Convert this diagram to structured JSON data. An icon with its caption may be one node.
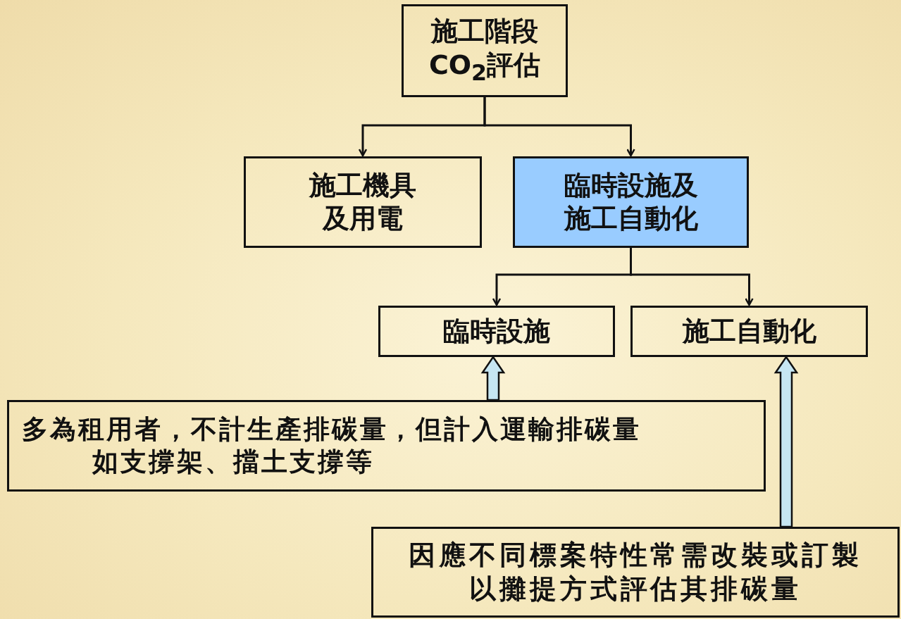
{
  "diagram": {
    "nodes": [
      {
        "text": [
          "施工階段CO$_{2}$評估"
        ]
      },
      {
        "text": [
          "施工機具及用電"
        ]
      },
      {
        "text": [
          "臨時設施及施工自動化"
        ]
      },
      {
        "text": [
          "臨時設施"
        ]
      },
      {
        "text": [
          "施工自動化"
        ]
      },
      {
        "text": [
          "多為租用者，不計生產排碳量，但計入運輸排碳量",
          "如支撐架、擋土支撐等"
        ]
      },
      {
        "text": [
          "因應不同標案特性常需改裝或訂製以攤提方式評估其排碳量"
        ]
      }
    ],
    "edges": [
      {
        "from": 0,
        "to": 1,
        "arrow": "to"
      },
      {
        "from": 0,
        "to": 2,
        "arrow": "to"
      },
      {
        "from": 2,
        "to": 3,
        "arrow": "to"
      },
      {
        "from": 2,
        "to": 4,
        "arrow": "to"
      },
      {
        "from": 5,
        "to": 3,
        "arrow": "to",
        "style": "thick",
        "color": "#c6e6f2"
      },
      {
        "from": 6,
        "to": 4,
        "arrow": "to",
        "style": "thick",
        "color": "#c6e6f2"
      }
    ]
  }
}
